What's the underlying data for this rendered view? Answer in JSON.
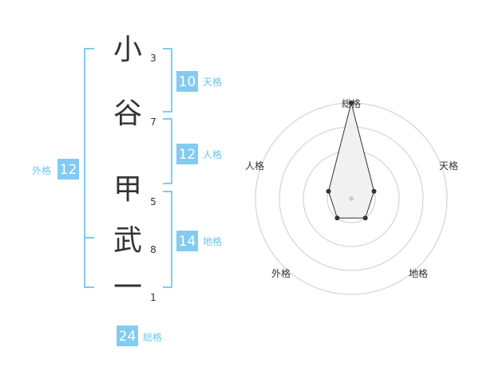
{
  "name": {
    "characters": [
      {
        "char": "小",
        "strokes": "3"
      },
      {
        "char": "谷",
        "strokes": "7"
      },
      {
        "char": "甲",
        "strokes": "5"
      },
      {
        "char": "武",
        "strokes": "8"
      },
      {
        "char": "一",
        "strokes": "1"
      }
    ]
  },
  "fortunes": {
    "tenkaku": {
      "value": "10",
      "label": "天格"
    },
    "jinkaku": {
      "value": "12",
      "label": "人格"
    },
    "chikaku": {
      "value": "14",
      "label": "地格"
    },
    "gaikaku": {
      "value": "12",
      "label": "外格"
    },
    "soukaku": {
      "value": "24",
      "label": "総格"
    }
  },
  "colors": {
    "accent": "#82cbf2",
    "accent_text": "#6ec4ee",
    "text": "#333333",
    "ring": "#cccccc",
    "polygon_fill": "#eeeeee",
    "polygon_stroke": "#333333"
  },
  "radar": {
    "axes": [
      "総格",
      "天格",
      "地格",
      "外格",
      "人格"
    ],
    "levels": 4,
    "values": [
      4,
      1,
      1,
      1,
      1
    ]
  }
}
